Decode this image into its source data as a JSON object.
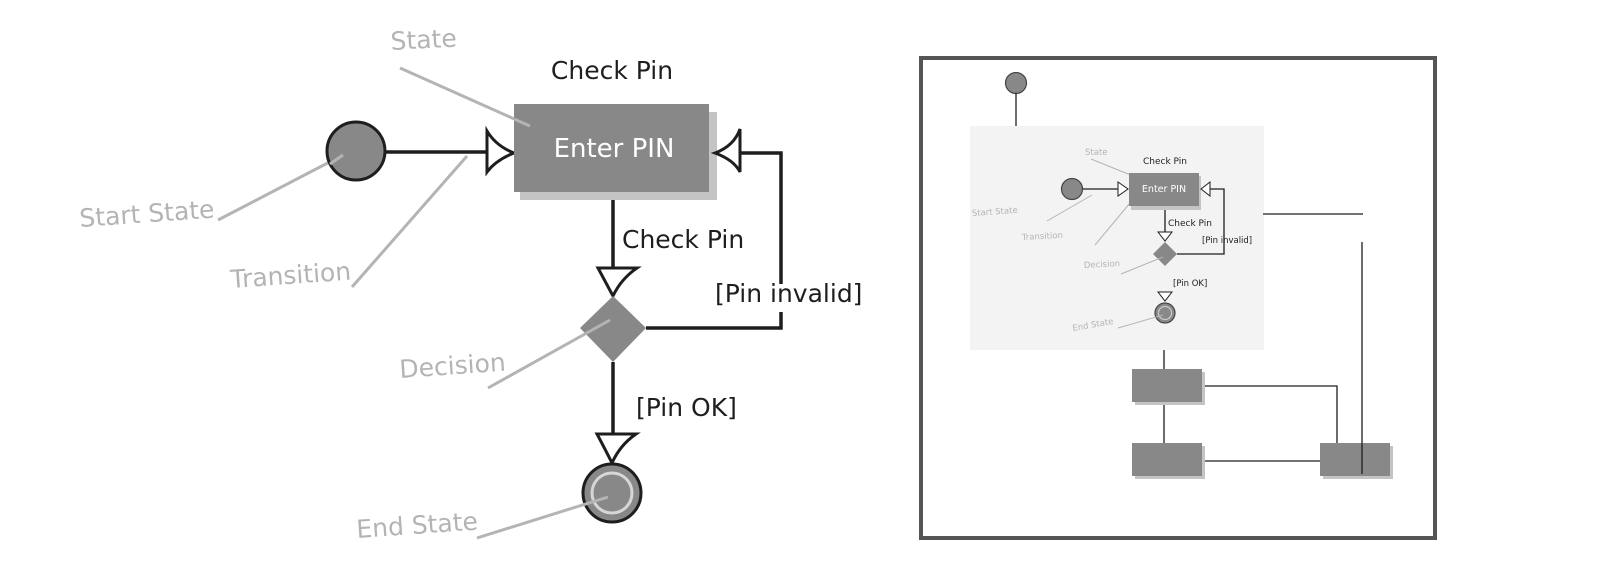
{
  "diagram": {
    "title": "UML State Diagram Legend",
    "main": {
      "state_group_label": "Check Pin",
      "state_label": "Enter PIN",
      "transition_label": "Check Pin",
      "guard_invalid": "[Pin invalid]",
      "guard_ok": "[Pin OK]",
      "annotations": {
        "state": "State",
        "start_state": "Start State",
        "transition": "Transition",
        "decision": "Decision",
        "end_state": "End State"
      }
    },
    "thumbnail": {
      "state_group_label": "Check Pin",
      "state_label": "Enter PIN",
      "transition_label": "Check Pin",
      "guard_invalid": "[Pin invalid]",
      "guard_ok": "[Pin OK]",
      "annotations": {
        "state": "State",
        "start_state": "Start State",
        "transition": "Transition",
        "decision": "Decision",
        "end_state": "End State"
      },
      "empty_states_count": 3
    },
    "colors": {
      "node_fill": "#888888",
      "node_shadow": "#c4c4c4",
      "stroke": "#1e1e1e",
      "annotation": "#b4b4b4",
      "frame_border": "#555555",
      "composite_bg": "#f3f3f3"
    }
  }
}
